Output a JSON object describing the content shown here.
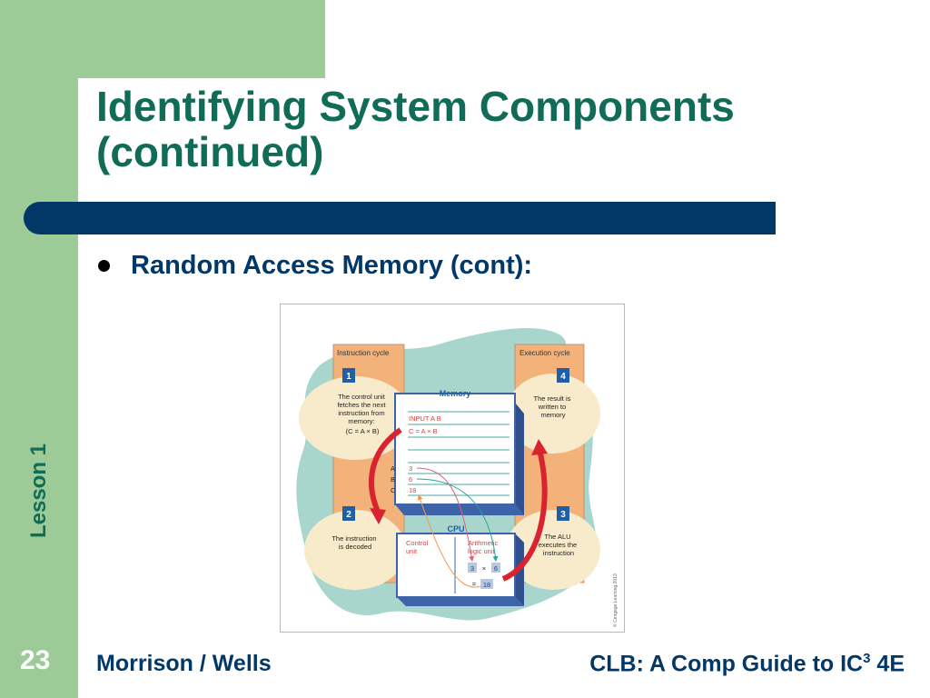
{
  "slide": {
    "title_line1": "Identifying System Components",
    "title_line2": "(continued)",
    "bullet": "Random Access Memory (cont):",
    "lesson_label": "Lesson 1",
    "page_number": "23",
    "footer_left": "Morrison / Wells",
    "footer_right_prefix": "CLB: A Comp Guide to IC",
    "footer_right_sup": "3",
    "footer_right_suffix": " 4E"
  },
  "figure": {
    "instruction_cycle": "Instruction cycle",
    "execution_cycle": "Execution cycle",
    "step1_num": "1",
    "step1_lines": [
      "The control unit",
      "fetches the next",
      "instruction from",
      "memory:",
      "(C = A × B)"
    ],
    "step2_num": "2",
    "step2_lines": [
      "The instruction",
      "is decoded"
    ],
    "step3_num": "3",
    "step3_lines": [
      "The ALU",
      "executes the",
      "instruction"
    ],
    "step4_num": "4",
    "step4_lines": [
      "The result is",
      "written to",
      "memory"
    ],
    "memory_label": "Memory",
    "mem_row1": "INPUT A B",
    "mem_row2": "C = A × B",
    "var_a": "A",
    "var_b": "B",
    "var_c": "C",
    "val_a": "3",
    "val_b": "6",
    "val_c": "18",
    "cpu_label": "CPU",
    "control_unit_lines": [
      "Control",
      "unit"
    ],
    "alu_lines": [
      "Arithmetic",
      "logic unit"
    ],
    "alu_a": "3",
    "alu_op": "×",
    "alu_b": "6",
    "alu_eq": "=",
    "alu_result": "18",
    "copyright": "© Cengage Learning 2013"
  }
}
